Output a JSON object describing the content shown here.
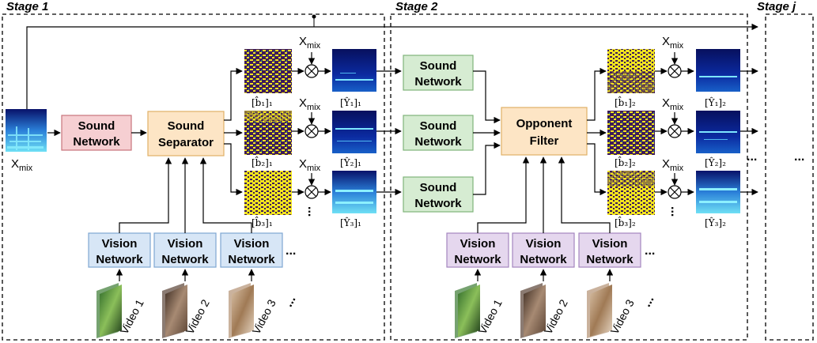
{
  "stages": {
    "stage1": "Stage 1",
    "stage2": "Stage 2",
    "stagej": "Stage j"
  },
  "signals": {
    "x_base": "X",
    "x_sub": "mix"
  },
  "boxes": {
    "sound_network": "Sound Network",
    "sound_separator_line1": "Sound",
    "sound_separator_line2": "Separator",
    "sound_network_line1": "Sound",
    "sound_network_line2": "Network",
    "opponent_line1": "Opponent",
    "opponent_line2": "Filter",
    "vision_line1": "Vision",
    "vision_line2": "Network"
  },
  "masks_stage1": [
    "[b̂₁]₁",
    "[b̂₂]₁",
    "[b̂₃]₁"
  ],
  "outputs_stage1": [
    "[Ŷ₁]₁",
    "[Ŷ₂]₁",
    "[Ŷ₃]₁"
  ],
  "masks_stage2": [
    "[b̂₁]₂",
    "[b̂₂]₂",
    "[b̂₃]₂"
  ],
  "outputs_stage2": [
    "[Ŷ₁]₂",
    "[Ŷ₂]₂",
    "[Ŷ₃]₂"
  ],
  "videos": [
    "Video 1",
    "Video 2",
    "Video 3"
  ],
  "ellipsis": "...",
  "colors": {
    "sound_network_stage1": "#f6cfd2",
    "sound_network_stage1_border": "#c9747c",
    "separator_fill": "#fde5c5",
    "separator_border": "#e0b066",
    "sound_network_stage2": "#d6ecd2",
    "sound_network_stage2_border": "#7fb37a",
    "vision_stage1": "#d7e6f6",
    "vision_stage1_border": "#7ea6d3",
    "vision_stage2": "#e5d7ee",
    "vision_stage2_border": "#a385bf",
    "mask_purple": "#3d1a5a",
    "mask_yellow": "#f3e61e",
    "spec_dark": "#0a1a7a",
    "spec_light": "#49d1f0"
  }
}
